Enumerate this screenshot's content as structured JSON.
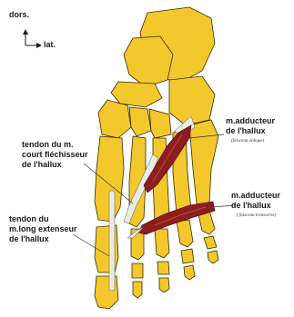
{
  "orientation": {
    "top_label": "dors.",
    "right_label": "lat."
  },
  "labels": {
    "fhb": "tendon du m.\ncourt fléchisseur\nde l'hallux",
    "ehl": "tendon du\nm.long extenseur\nde l'hallux",
    "add_oblique": "m.adducteur\nde l'hallux",
    "add_oblique_sub": "(faisceau oblique)",
    "add_transverse": "m.adducteur\nde l'hallux",
    "add_transverse_sub": "( faisceau transverse)"
  },
  "colors": {
    "bone": "#f3c82c",
    "bone_outline": "#3a2a00",
    "muscle": "#8e1d1d",
    "muscle_highlight": "#c24a3a",
    "tendon": "#e9ece6",
    "leader": "#333333"
  }
}
